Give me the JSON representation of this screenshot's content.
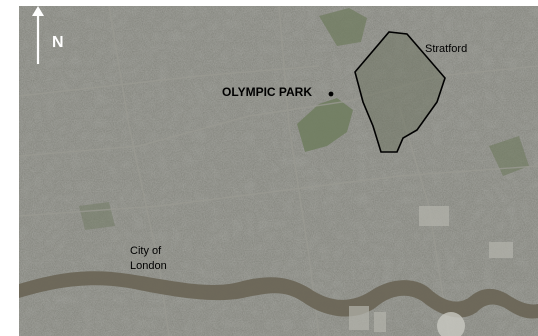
{
  "north": {
    "label": "N",
    "icon": "north-arrow-icon"
  },
  "labels": {
    "olympic_park": "OLYMPIC PARK",
    "stratford": "Stratford",
    "city_line1": "City of",
    "city_line2": "London"
  },
  "colors": {
    "urban": "#7f8078",
    "park": "#6f7d5e",
    "river": "#6b6657",
    "boundary": "#000000",
    "north_arrow": "#ffffff"
  }
}
